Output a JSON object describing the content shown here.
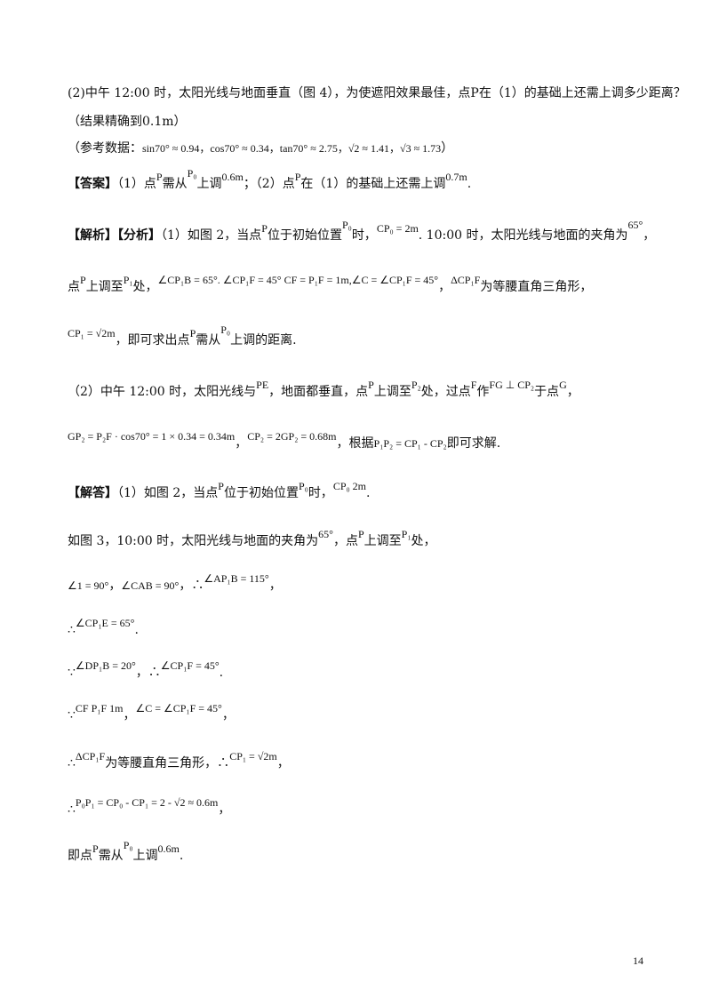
{
  "q2": {
    "line1": "(2)中午 12:00 时，太阳光线与地面垂直（图 4），为使遮阳效果最佳，点P在（1）的基础上还需上调多少距离？",
    "line2": "（结果精确到0.1m）",
    "ref_prefix": "（参考数据：",
    "ref_math": "sin70° ≈ 0.94，cos70° ≈ 0.34，tan70° ≈ 2.75，√2 ≈ 1.41，√3 ≈ 1.73",
    "ref_suffix": "）"
  },
  "answer": {
    "tag": "【答案】",
    "t1": "（1）点",
    "P": "P",
    "t2": "需从",
    "P0": "P₀",
    "t3": "上调",
    "v1": "0.6m",
    "t4": "；（2）点",
    "t5": "在（1）的基础上还需上调",
    "v2": "0.7m",
    "end": "."
  },
  "analysis": {
    "tag": "【解析】【分析】",
    "a1": "（1）如图 2，当点",
    "a1b": "位于初始位置",
    "a1c": "时，",
    "a1d": "CP₀ = 2m",
    "a1e": ". 10:00 时，太阳光线与地面的夹角为",
    "a1f": "65°",
    "a1g": "，",
    "b1": "点",
    "b2": "上调至",
    "b3": "P₁",
    "b4": "处，",
    "b5": "∠CP₁B = 65°",
    "b6": ". ∠CP₁F = 45° CF = P₁F = 1m,∠C = ∠CP₁F = 45°",
    "b7": "，",
    "b8": "ΔCP₁F",
    "b9": "为等腰直角三角形，",
    "c1": "CP₁ = √2m",
    "c2": "，即可求出点",
    "c3": "需从",
    "c4": "上调的距离.",
    "d1": "（2）中午 12:00 时，太阳光线与",
    "d2": "PE",
    "d3": "，地面都垂直，点",
    "d4": "上调至",
    "d5": "P₂",
    "d6": "处，过点",
    "d7": "F",
    "d8": "作",
    "d9": "FG ⊥ CP₂",
    "d10": "于点",
    "d11": "G",
    "d12": "，",
    "e1": "GP₂ = P₂F · cos70° = 1 × 0.34 = 0.34m",
    "e2": "，",
    "e3": "CP₂ = 2GP₂ = 0.68m",
    "e4": "，根据",
    "e5": "P₁P₂ = CP₁ - CP₂",
    "e6": "即可求解."
  },
  "solution": {
    "tag": "【解答】",
    "s1a": "（1）如图 2，当点",
    "s1b": "位于初始位置",
    "s1c": "P₀",
    "s1d": "时，",
    "s1e": "CP₀   2m",
    "s1f": ".",
    "s2a": "如图 3，10:00 时，太阳光线与地面的夹角为",
    "s2b": "65°",
    "s2c": "，点",
    "s2d": "上调至",
    "s2e": "P₁",
    "s2f": "处，",
    "s3a": "∠1 = 90°",
    "s3b": "，",
    "s3c": "∠CAB = 90°",
    "s3d": "，∴",
    "s3e": "∠AP₁B = 115°",
    "s3f": "，",
    "s4a": "∴",
    "s4b": "∠CP₁E = 65°",
    "s4c": ".",
    "s5a": "∵",
    "s5b": "∠DP₁B = 20°",
    "s5c": "，∴",
    "s5d": "∠CP₁F = 45°",
    "s5e": ".",
    "s6a": "∵",
    "s6b": "CF    P₁F    1m",
    "s6c": "，",
    "s6d": "∠C = ∠CP₁F = 45°",
    "s6e": "，",
    "s7a": "∴",
    "s7b": "ΔCP₁F",
    "s7c": "为等腰直角三角形，∴",
    "s7d": "CP₁ = √2m",
    "s7e": "，",
    "s8a": "∴",
    "s8b": "P₀P₁ = CP₀ - CP₁ = 2 - √2 ≈ 0.6m",
    "s8c": "，",
    "s9a": "即点",
    "s9b": "P",
    "s9c": "需从",
    "s9d": "P₀",
    "s9e": "上调",
    "s9f": "0.6m",
    "s9g": "."
  },
  "page_number": "14"
}
